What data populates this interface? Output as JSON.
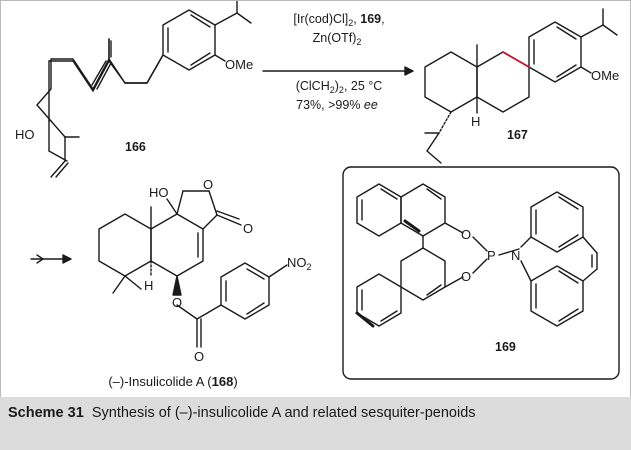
{
  "scheme": {
    "compound_start": {
      "number": "166",
      "labels": {
        "ome": "OMe",
        "ho": "HO"
      }
    },
    "compound_product": {
      "number": "167",
      "labels": {
        "ome": "OMe",
        "h": "H"
      }
    },
    "conditions": {
      "line1_pre": "[Ir(cod)Cl]",
      "line1_sub": "2",
      "line1_mid": ", ",
      "line1_bold": "169",
      "line1_post": ",",
      "line2_pre": "Zn(OTf)",
      "line2_sub": "2",
      "line3_pre": "(ClCH",
      "line3_sub": "2",
      "line3_post": ")",
      "line3_sub2": "2",
      "line3_tail": ", 25 °C",
      "line4_pre": "73%, >99% ",
      "line4_italic": "ee"
    },
    "natural_product": {
      "name_pre": "(–)-Insulicolide A (",
      "name_bold": "168",
      "name_post": ")",
      "labels": {
        "ho": "HO",
        "o_ring": "O",
        "o_carbonyl": "O",
        "o_ester": "O",
        "o_acyl": "O",
        "h": "H",
        "no2": "NO",
        "no2_sub": "2"
      }
    },
    "ligand": {
      "number": "169",
      "labels": {
        "o_top": "O",
        "o_bottom": "O",
        "p": "P",
        "n": "N"
      }
    },
    "highlight_bond_color": "#c8102e"
  },
  "caption": {
    "label": "Scheme 31",
    "text": "Synthesis of (–)-insulicolide A and related sesquiter-penoids"
  }
}
